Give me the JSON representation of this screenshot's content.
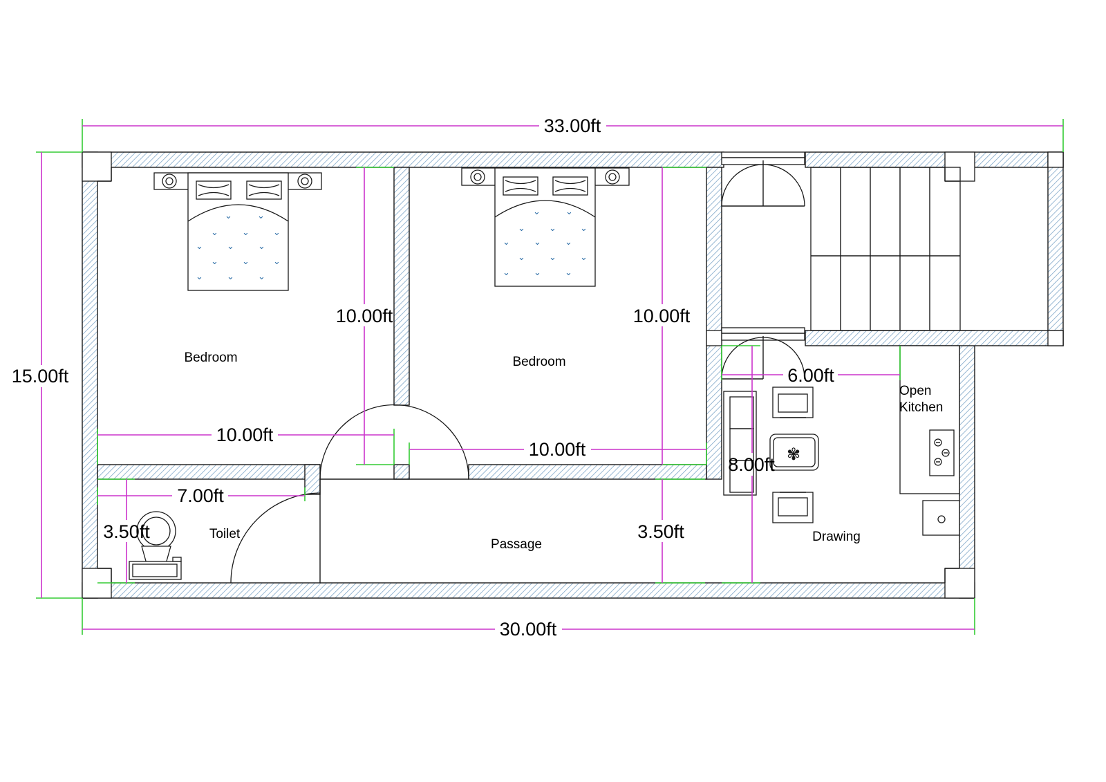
{
  "plan": {
    "dimensions": {
      "total_width_top": "33.00ft",
      "total_width_bottom": "30.00ft",
      "total_height": "15.00ft",
      "bedroom1_height": "10.00ft",
      "bedroom2_height": "10.00ft",
      "bedroom1_width": "10.00ft",
      "bedroom2_width": "10.00ft",
      "toilet_width": "7.00ft",
      "toilet_height": "3.50ft",
      "passage_height": "3.50ft",
      "drawing_width": "6.00ft",
      "drawing_height": "8.00ft"
    },
    "rooms": {
      "bedroom1": "Bedroom",
      "bedroom2": "Bedroom",
      "toilet": "Toilet",
      "passage": "Passage",
      "drawing": "Drawing",
      "kitchen_line1": "Open",
      "kitchen_line2": "Kitchen"
    },
    "colors": {
      "dimension_line": "#cc33cc",
      "extension_line": "#33cc33",
      "wall_hatch": "#7fa7c9",
      "bedspread_pattern": "#2e6fa8"
    }
  }
}
